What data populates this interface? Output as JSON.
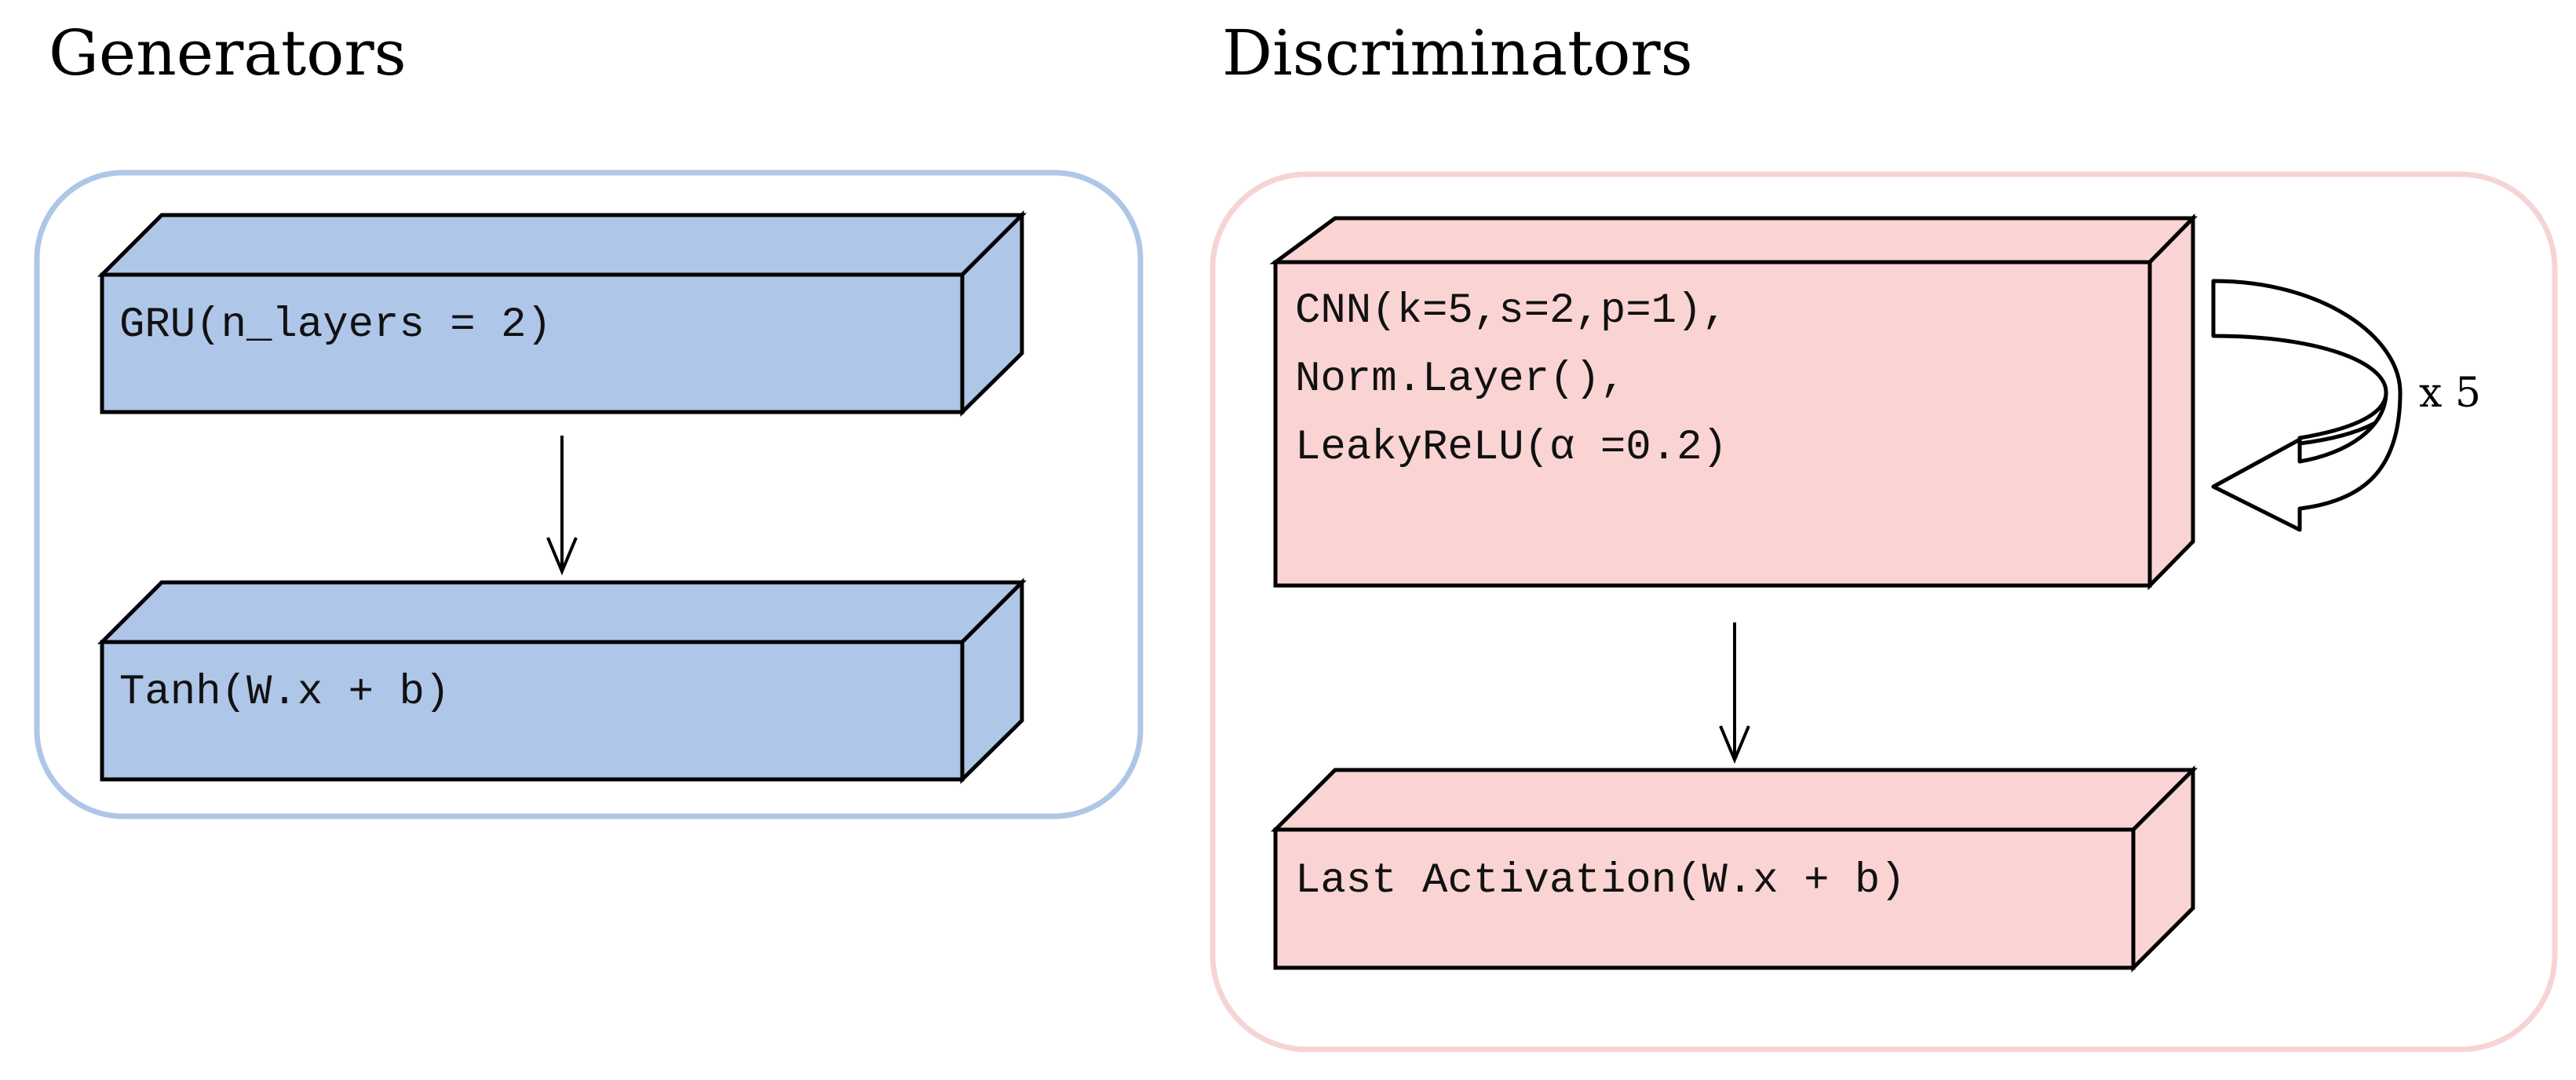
{
  "colors": {
    "generator_fill": "#aec6e8",
    "generator_border": "#aec6e8",
    "discriminator_fill": "#f9d4d3",
    "discriminator_border": "#f7d4d4"
  },
  "generators": {
    "title": "Generators",
    "blocks": [
      {
        "label": "GRU(n_layers = 2)"
      },
      {
        "label": "Tanh(W.x + b)"
      }
    ]
  },
  "discriminators": {
    "title": "Discriminators",
    "blocks": [
      {
        "lines": [
          "CNN(k=5,s=2,p=1),",
          "Norm.Layer(),",
          "LeakyReLU(α =0.2)"
        ]
      },
      {
        "label": "Last Activation(W.x + b)"
      }
    ],
    "repeat_label": "x 5"
  }
}
